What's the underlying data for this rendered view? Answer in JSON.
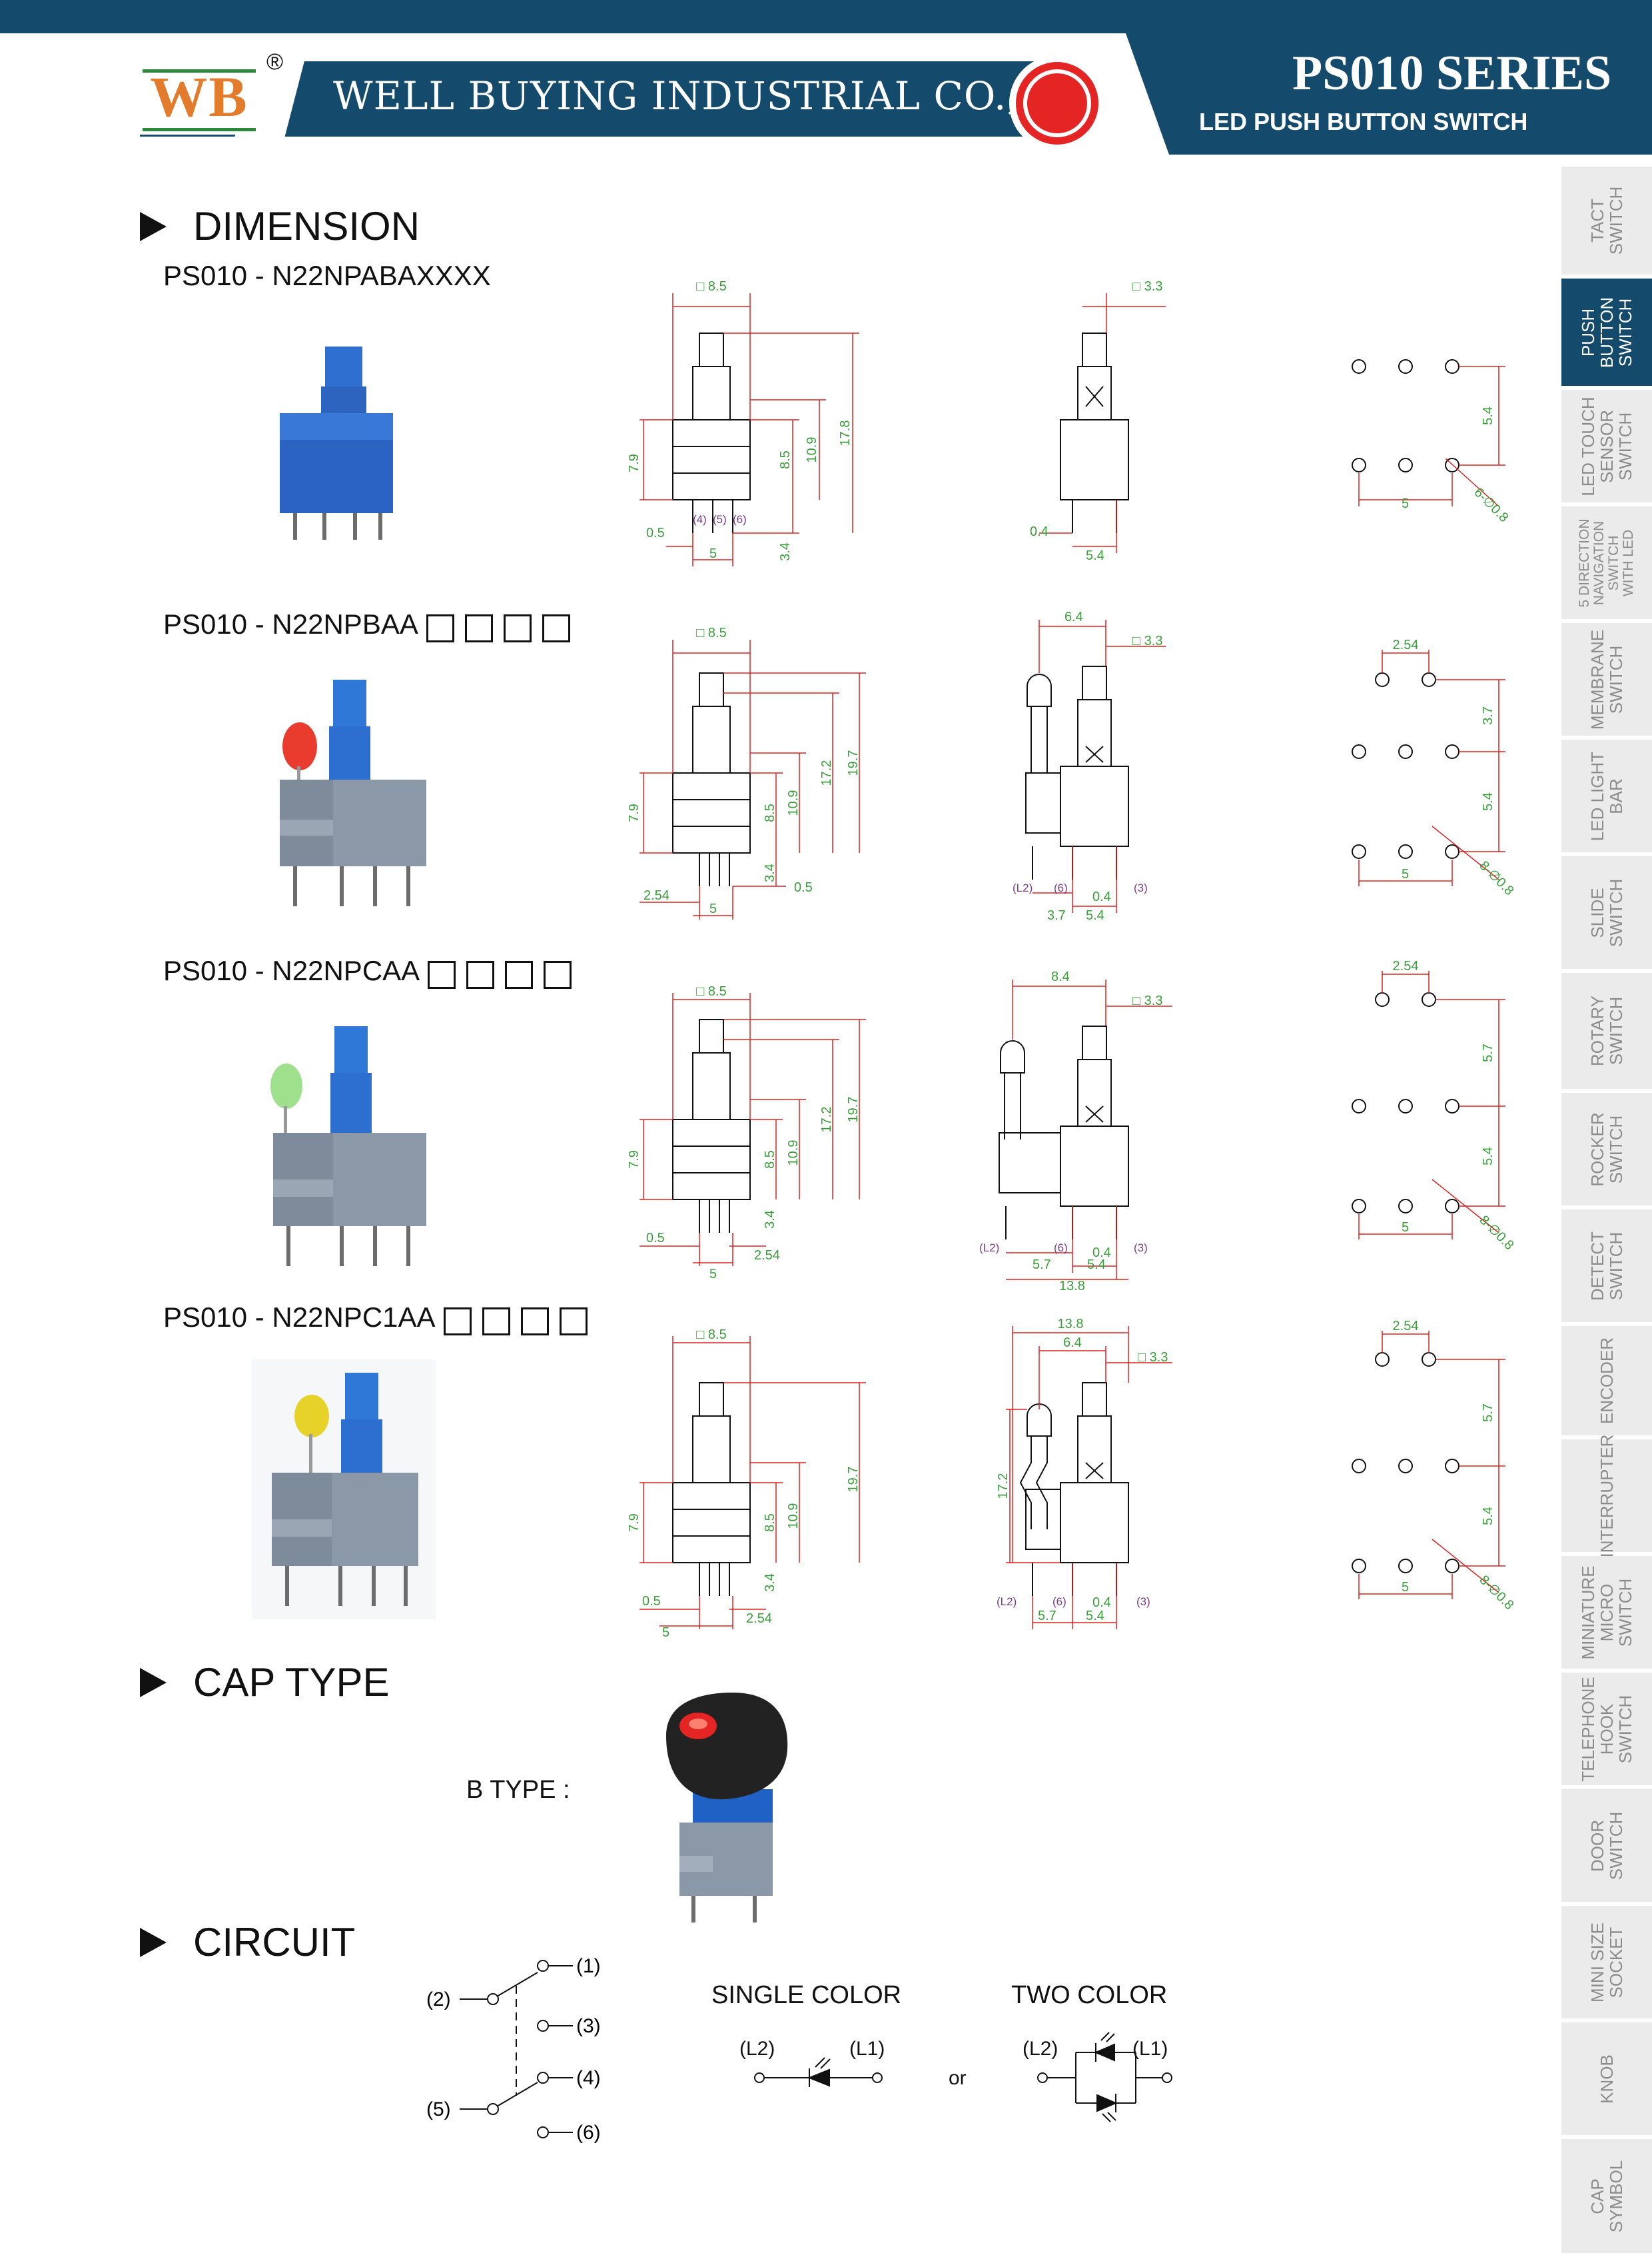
{
  "header": {
    "logo": "WB",
    "registered": "®",
    "company": "WELL BUYING INDUSTRIAL CO., LTD",
    "series": "PS010 SERIES",
    "subtitle": "LED PUSH BUTTON SWITCH",
    "colors": {
      "band": "#144a6b",
      "logo_orange": "#e27b2c",
      "logo_green": "#2a8a3a",
      "led_red": "#e52424"
    }
  },
  "sidebar": [
    {
      "label": "TACT\nSWITCH",
      "active": false
    },
    {
      "label": "PUSH\nBUTTON\nSWITCH",
      "active": true
    },
    {
      "label": "LED TOUCH\nSENSOR\nSWITCH",
      "active": false
    },
    {
      "label": "5 DIRECTION\nNAVIGATION\nSWITCH\nWITH LED",
      "active": false
    },
    {
      "label": "MEMBRANE\nSWITCH",
      "active": false
    },
    {
      "label": "LED LIGHT\nBAR",
      "active": false
    },
    {
      "label": "SLIDE\nSWITCH",
      "active": false
    },
    {
      "label": "ROTARY\nSWITCH",
      "active": false
    },
    {
      "label": "ROCKER\nSWITCH",
      "active": false
    },
    {
      "label": "DETECT\nSWITCH",
      "active": false
    },
    {
      "label": "ENCODER",
      "active": false
    },
    {
      "label": "INTERRUPTER",
      "active": false
    },
    {
      "label": "MINIATURE\nMICRO\nSWITCH",
      "active": false
    },
    {
      "label": "TELEPHONE\nHOOK\nSWITCH",
      "active": false
    },
    {
      "label": "DOOR\nSWITCH",
      "active": false
    },
    {
      "label": "MINI SIZE\nSOCKET",
      "active": false
    },
    {
      "label": "KNOB",
      "active": false
    },
    {
      "label": "CAP\nSYMBOL",
      "active": false
    }
  ],
  "sections": {
    "dimension": "DIMENSION",
    "cap_type": "CAP TYPE",
    "circuit": "CIRCUIT"
  },
  "models": [
    {
      "name": "PS010 - N22NPABAXXXX",
      "boxes": 0,
      "led": "none"
    },
    {
      "name": "PS010 - N22NPBAA",
      "boxes": 4,
      "led": "red"
    },
    {
      "name": "PS010 - N22NPCAA",
      "boxes": 4,
      "led": "green"
    },
    {
      "name": "PS010 - N22NPC1AA",
      "boxes": 4,
      "led": "yellow"
    }
  ],
  "dims": {
    "front": {
      "width_top": "□ 8.5",
      "h79": "7.9",
      "h85": "8.5",
      "h109": "10.9",
      "h172": "17.2",
      "h178": "17.8",
      "h197": "19.7",
      "b05": "0.5",
      "b5": "5",
      "b34": "3.4",
      "b254": "2.54"
    },
    "side": {
      "top33": "□ 3.3",
      "w04": "0.4",
      "w54": "5.4",
      "w64": "6.4",
      "w84": "8.4",
      "w37": "3.7",
      "w57": "5.7",
      "w138": "13.8",
      "h172": "17.2"
    },
    "pins": {
      "p4": "(4)",
      "p5": "(5)",
      "p6": "(6)",
      "pL2": "(L2)",
      "p3": "(3)"
    },
    "footprint": {
      "h54": "5.4",
      "h37": "3.7",
      "h57": "5.7",
      "w5": "5",
      "w254": "2.54",
      "hole6": "6-∅0.8",
      "hole8": "8-∅0.8"
    }
  },
  "cap": {
    "label": "B TYPE :"
  },
  "circuit": {
    "pins": [
      "(1)",
      "(2)",
      "(3)",
      "(4)",
      "(5)",
      "(6)"
    ],
    "single": "SINGLE COLOR",
    "two": "TWO COLOR",
    "l2": "(L2)",
    "l1": "(L1)",
    "or": "or"
  }
}
